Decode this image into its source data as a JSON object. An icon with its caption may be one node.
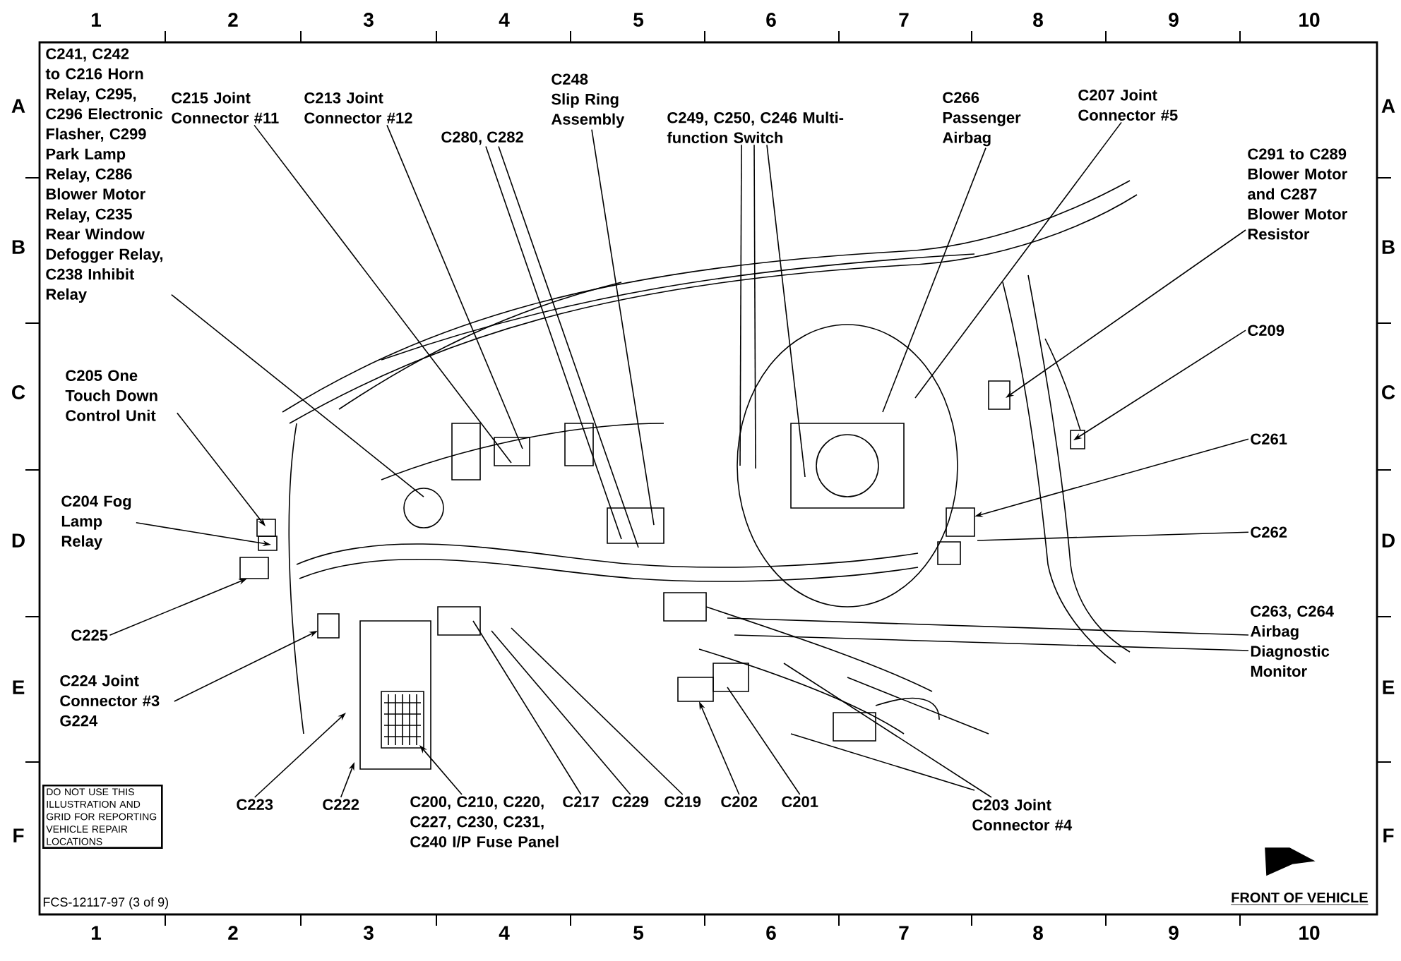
{
  "diagram": {
    "nodes": [
      {
        "text": [
          "C241, C242 to C216 Horn Relay, C295, C296 Electronic Flasher, C299 Park Lamp Relay, C286 Blower Motor Relay, C235 Rear Window Defogger Relay, C238 Inhibit Relay"
        ]
      },
      {
        "text": [
          "C215 Joint Connector #11"
        ]
      },
      {
        "text": [
          "C213 Joint Connector #12"
        ]
      },
      {
        "text": [
          "C280, C282"
        ]
      },
      {
        "text": [
          "C248 Slip Ring Assembly"
        ]
      },
      {
        "text": [
          "C249, C250, C246 Multi-function Switch"
        ]
      },
      {
        "text": [
          "C266 Passenger Airbag"
        ]
      },
      {
        "text": [
          "C207 Joint Connector #5"
        ]
      },
      {
        "text": [
          "C291 to C289 Blower Motor and C287 Blower Motor Resistor"
        ]
      },
      {
        "text": [
          "C209"
        ]
      },
      {
        "text": [
          "C261"
        ]
      },
      {
        "text": [
          "C262"
        ]
      },
      {
        "text": [
          "C263, C264 Airbag Diagnostic Monitor"
        ]
      },
      {
        "text": [
          "C205 One Touch Down Control Unit"
        ]
      },
      {
        "text": [
          "C204 Fog Lamp Relay"
        ]
      },
      {
        "text": [
          "C225"
        ]
      },
      {
        "text": [
          "C224 Joint Connector #3 G224"
        ]
      },
      {
        "text": [
          "C223"
        ]
      },
      {
        "text": [
          "C222"
        ]
      },
      {
        "text": [
          "C200, C210, C220, C227, C230, C231, C240 I/P Fuse Panel"
        ]
      },
      {
        "text": [
          "C217"
        ]
      },
      {
        "text": [
          "C229"
        ]
      },
      {
        "text": [
          "C219"
        ]
      },
      {
        "text": [
          "C202"
        ]
      },
      {
        "text": [
          "C201"
        ]
      },
      {
        "text": [
          "C203 Joint Connector #4"
        ]
      },
      {
        "text": [
          "DO NOT USE THIS ILLUSTRATION AND GRID FOR REPORTING VEHICLE REPAIR LOCATIONS"
        ]
      }
    ],
    "edges": [
      {
        "from": 0,
        "to": null,
        "arrow": "none"
      },
      {
        "from": 1,
        "to": null,
        "arrow": "none"
      },
      {
        "from": 2,
        "to": null,
        "arrow": "none"
      },
      {
        "from": 3,
        "to": null,
        "arrow": "none"
      },
      {
        "from": 3,
        "to": null,
        "arrow": "none"
      },
      {
        "from": 4,
        "to": null,
        "arrow": "none"
      },
      {
        "from": 5,
        "to": null,
        "arrow": "none"
      },
      {
        "from": 5,
        "to": null,
        "arrow": "none"
      },
      {
        "from": 5,
        "to": null,
        "arrow": "none"
      },
      {
        "from": 6,
        "to": null,
        "arrow": "none"
      },
      {
        "from": 7,
        "to": null,
        "arrow": "none"
      },
      {
        "from": 8,
        "to": null,
        "arrow": "to"
      },
      {
        "from": 9,
        "to": null,
        "arrow": "to"
      },
      {
        "from": 10,
        "to": null,
        "arrow": "to"
      },
      {
        "from": 11,
        "to": null,
        "arrow": "none"
      },
      {
        "from": 12,
        "to": null,
        "arrow": "none"
      },
      {
        "from": 12,
        "to": null,
        "arrow": "none"
      },
      {
        "from": 13,
        "to": null,
        "arrow": "to"
      },
      {
        "from": 14,
        "to": null,
        "arrow": "to"
      },
      {
        "from": 15,
        "to": null,
        "arrow": "to"
      },
      {
        "from": 16,
        "to": null,
        "arrow": "to"
      },
      {
        "from": 17,
        "to": null,
        "arrow": "to"
      },
      {
        "from": 18,
        "to": null,
        "arrow": "to"
      },
      {
        "from": 19,
        "to": null,
        "arrow": "to"
      },
      {
        "from": 20,
        "to": null,
        "arrow": "none"
      },
      {
        "from": 21,
        "to": null,
        "arrow": "none"
      },
      {
        "from": 22,
        "to": null,
        "arrow": "none"
      },
      {
        "from": 23,
        "to": null,
        "arrow": "to"
      },
      {
        "from": 24,
        "to": null,
        "arrow": "none"
      },
      {
        "from": 25,
        "to": null,
        "arrow": "none"
      }
    ],
    "labels": [
      "1",
      "2",
      "3",
      "4",
      "5",
      "6",
      "7",
      "8",
      "9",
      "10",
      "A",
      "A",
      "B",
      "B",
      "C",
      "C",
      "D",
      "D",
      "E",
      "E",
      "F",
      "F",
      "FCS-12117-97 (3 of 9)",
      "FRONT OF VEHICLE",
      "1",
      "2",
      "3",
      "4",
      "5",
      "6",
      "7",
      "8",
      "9",
      "10"
    ]
  }
}
